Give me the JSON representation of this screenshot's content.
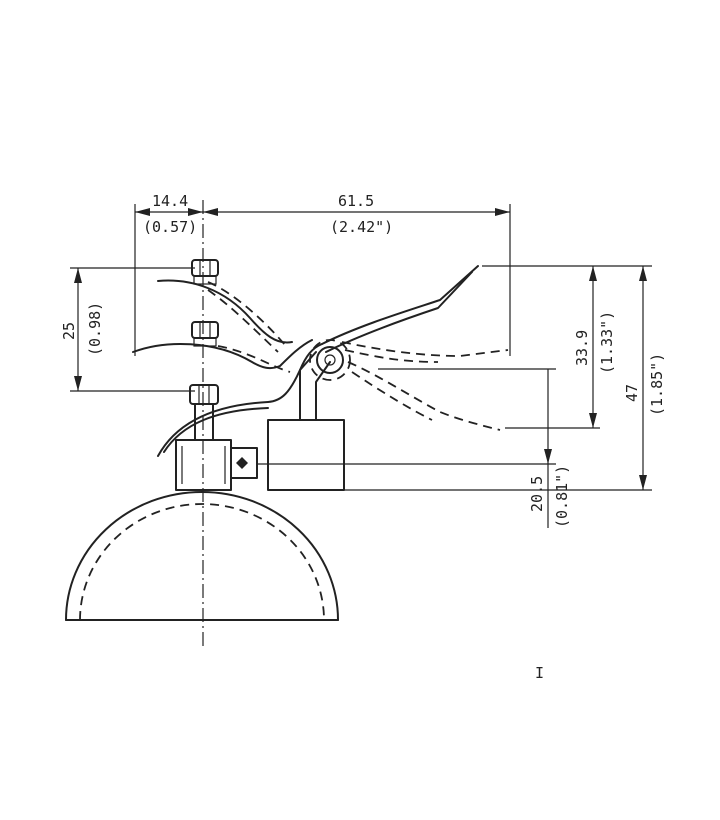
{
  "dimensions": {
    "width_top": {
      "value": "14.4",
      "inches": "(0.57)"
    },
    "length_top": {
      "value": "61.5",
      "inches": "(2.42\")"
    },
    "height_left": {
      "value": "25",
      "inches": "(0.98)"
    },
    "height_inner": {
      "value": "33.9",
      "inches": "(1.33\")"
    },
    "height_outer": {
      "value": "47",
      "inches": "(1.85\")"
    },
    "height_lower": {
      "value": "20.5",
      "inches": "(0.81\")"
    }
  },
  "stray_mark": "I"
}
